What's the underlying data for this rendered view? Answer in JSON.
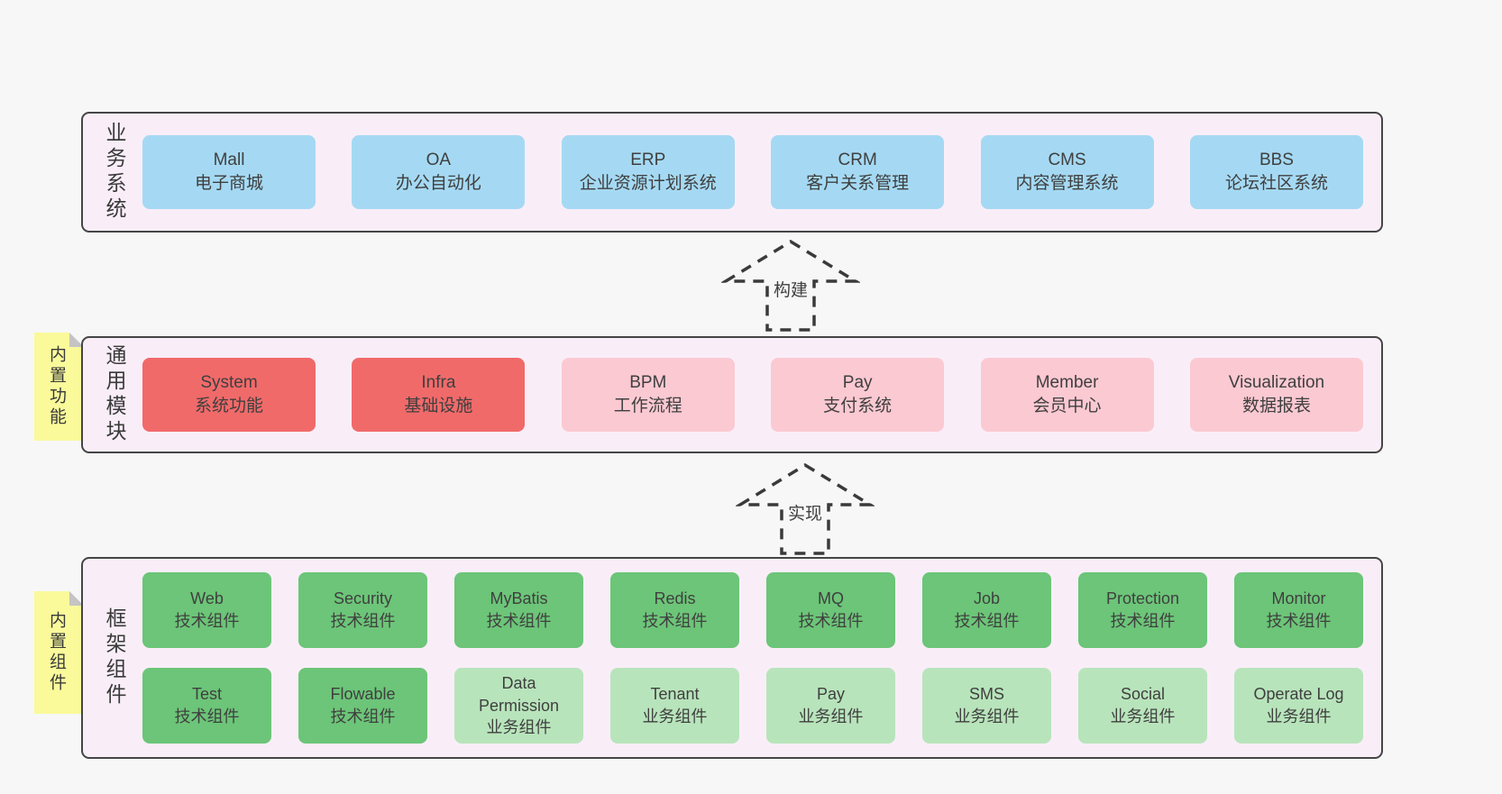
{
  "bands": [
    {
      "label": "业务系统",
      "boxes": [
        {
          "name": "Mall",
          "subtitle": "电子商城"
        },
        {
          "name": "OA",
          "subtitle": "办公自动化"
        },
        {
          "name": "ERP",
          "subtitle": "企业资源计划系统"
        },
        {
          "name": "CRM",
          "subtitle": "客户关系管理"
        },
        {
          "name": "CMS",
          "subtitle": "内容管理系统"
        },
        {
          "name": "BBS",
          "subtitle": "论坛社区系统"
        }
      ]
    },
    {
      "label": "通用模块",
      "sticky": "内置功能",
      "boxes": [
        {
          "name": "System",
          "subtitle": "系统功能"
        },
        {
          "name": "Infra",
          "subtitle": "基础设施"
        },
        {
          "name": "BPM",
          "subtitle": "工作流程"
        },
        {
          "name": "Pay",
          "subtitle": "支付系统"
        },
        {
          "name": "Member",
          "subtitle": "会员中心"
        },
        {
          "name": "Visualization",
          "subtitle": "数据报表"
        }
      ]
    },
    {
      "label": "框架组件",
      "sticky": "内置组件",
      "boxes": [
        {
          "name": "Web",
          "subtitle": "技术组件"
        },
        {
          "name": "Security",
          "subtitle": "技术组件"
        },
        {
          "name": "MyBatis",
          "subtitle": "技术组件"
        },
        {
          "name": "Redis",
          "subtitle": "技术组件"
        },
        {
          "name": "MQ",
          "subtitle": "技术组件"
        },
        {
          "name": "Job",
          "subtitle": "技术组件"
        },
        {
          "name": "Protection",
          "subtitle": "技术组件"
        },
        {
          "name": "Monitor",
          "subtitle": "技术组件"
        },
        {
          "name": "Test",
          "subtitle": "技术组件"
        },
        {
          "name": "Flowable",
          "subtitle": "技术组件"
        },
        {
          "name": "Data Permission",
          "subtitle": "业务组件"
        },
        {
          "name": "Tenant",
          "subtitle": "业务组件"
        },
        {
          "name": "Pay",
          "subtitle": "业务组件"
        },
        {
          "name": "SMS",
          "subtitle": "业务组件"
        },
        {
          "name": "Social",
          "subtitle": "业务组件"
        },
        {
          "name": "Operate Log",
          "subtitle": "业务组件"
        }
      ]
    }
  ],
  "arrows": [
    {
      "label": "构建"
    },
    {
      "label": "实现"
    }
  ],
  "colors": {
    "page_bg": "#f7f7f7",
    "band_bg": "#f9eef8",
    "band_border": "#454545",
    "business_box": "#a5d9f3",
    "core_module_box": "#f16a6a",
    "optional_module_box": "#fbc9d2",
    "tech_component_box": "#6cc578",
    "biz_component_box": "#b8e4bb",
    "sticky_note": "#fafa9b",
    "sticky_fold": "#c4c4c4",
    "arrow_stroke": "#3a3a3a",
    "text": "#3f3f3f"
  }
}
